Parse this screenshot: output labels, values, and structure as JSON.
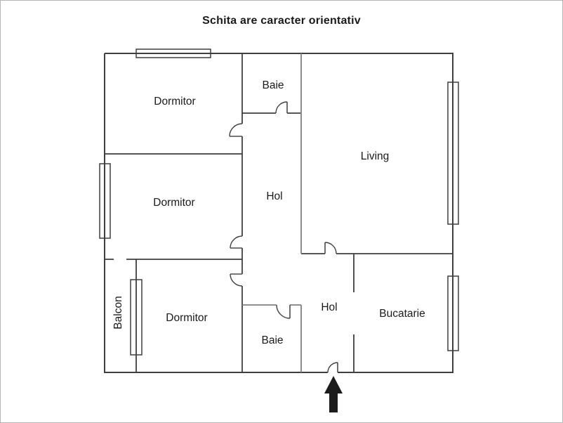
{
  "title": "Schita are caracter orientativ",
  "rooms": [
    {
      "id": "dormitor-top",
      "label": "Dormitor"
    },
    {
      "id": "baie-top",
      "label": "Baie"
    },
    {
      "id": "living",
      "label": "Living"
    },
    {
      "id": "dormitor-middle",
      "label": "Dormitor"
    },
    {
      "id": "hol-middle",
      "label": "Hol"
    },
    {
      "id": "balcon",
      "label": "Balcon"
    },
    {
      "id": "dormitor-bottom",
      "label": "Dormitor"
    },
    {
      "id": "baie-bottom",
      "label": "Baie"
    },
    {
      "id": "hol-bottom",
      "label": "Hol"
    },
    {
      "id": "bucatarie",
      "label": "Bucatarie"
    }
  ],
  "colors": {
    "wall": "#3f3f3f",
    "wall_light": "#808080",
    "arrow": "#1c1c1c",
    "text": "#1a1a1a"
  },
  "icons": {
    "entrance_arrow": "up-arrow"
  }
}
